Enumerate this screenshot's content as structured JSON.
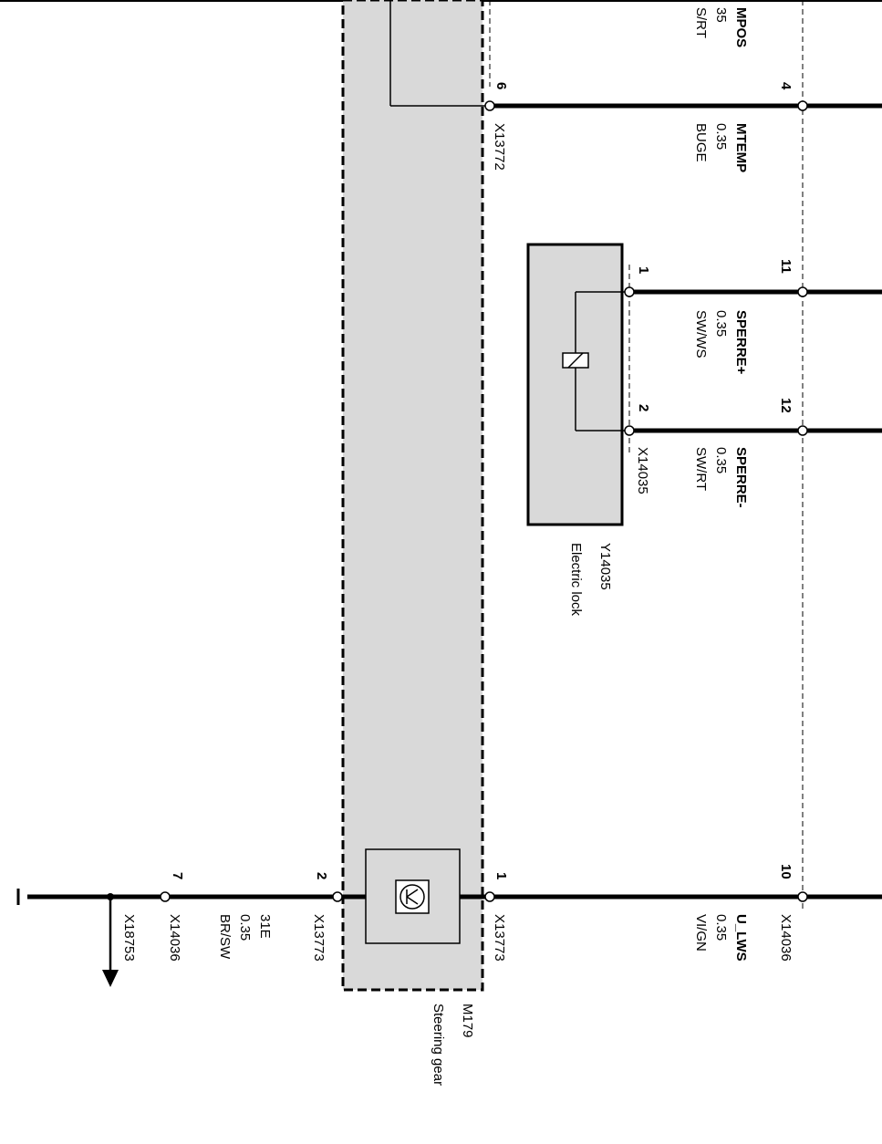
{
  "components": {
    "steering_gear": {
      "id": "M179",
      "name": "Steering gear"
    },
    "electric_lock": {
      "id": "Y14035",
      "name": "Electric lock"
    }
  },
  "wires": {
    "mpos": {
      "signal": "MPOS",
      "size": "35",
      "color": "S/RT"
    },
    "mtemp": {
      "signal": "MTEMP",
      "size": "0.35",
      "color": "BUGE"
    },
    "sperre_plus": {
      "signal": "SPERRE+",
      "size": "0.35",
      "color": "SW/WS"
    },
    "sperre_minus": {
      "signal": "SPERRE-",
      "size": "0.35",
      "color": "SW/RT"
    },
    "u_lws": {
      "signal": "U_LWS",
      "size": "0.35",
      "color": "VI/GN"
    },
    "ground_31e": {
      "signal": "31E",
      "size": "0.35",
      "color": "BR/SW"
    }
  },
  "connectors": {
    "x13772": "X13772",
    "x14035": "X14035",
    "x14036_top": "X14036",
    "x13773_top": "X13773",
    "x13773_bottom": "X13773",
    "x14036_bottom": "X14036",
    "x18753": "X18753"
  },
  "pins": {
    "p6": "6",
    "p4": "4",
    "p1_lock": "1",
    "p11": "11",
    "p2_lock": "2",
    "p12": "12",
    "p1_gear": "1",
    "p10": "10",
    "p2_gear": "2",
    "p7": "7"
  }
}
